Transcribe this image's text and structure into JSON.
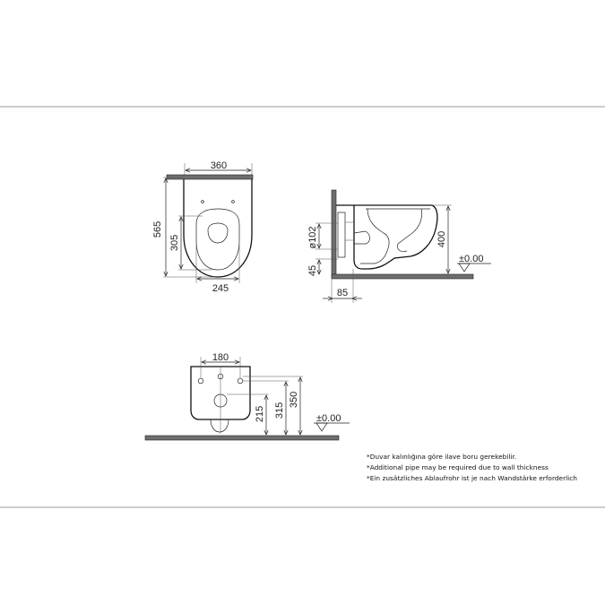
{
  "drawing": {
    "top_view": {
      "width_label": "360",
      "length_label": "565",
      "inner_length_label": "305",
      "bottom_width_label": "245"
    },
    "side_view": {
      "pipe_label": "ø102",
      "height_label": "400",
      "offset_label": "45",
      "wall_label": "85",
      "level_label": "±0.00"
    },
    "front_view": {
      "bolt_spacing_label": "180",
      "height_350": "350",
      "height_315": "315",
      "height_215": "215",
      "level_label": "±0.00"
    },
    "notes": [
      "*Duvar kalınlığına göre ilave boru gerekebilir.",
      "*Additional pipe may be required due to wall thickness",
      "*Ein zusätzliches Ablaufrohr ist je nach Wandstärke erforderlich"
    ]
  }
}
